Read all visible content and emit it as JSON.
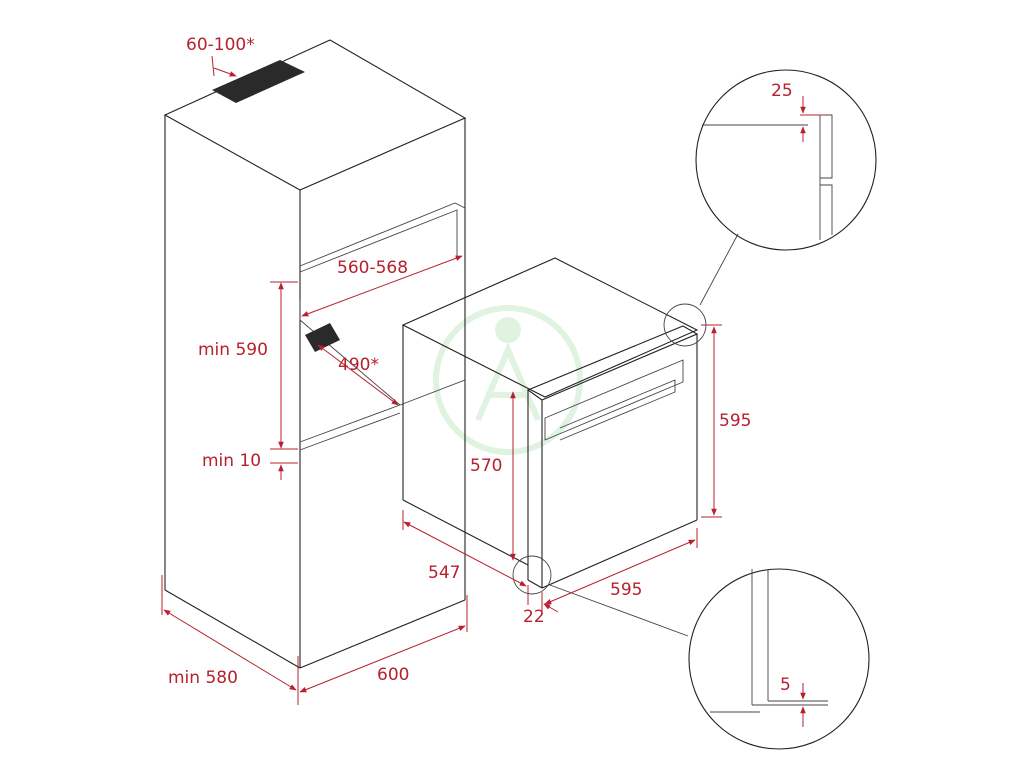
{
  "colors": {
    "dimension": "#b7202e",
    "outline": "#222222",
    "vent_slot": "#2a2a2a",
    "watermark": "#8fcf8f",
    "background": "#ffffff"
  },
  "labels": {
    "vent_gap": "60-100*",
    "niche_width": "560-568",
    "vent_depth": "490*",
    "niche_height": "min 590",
    "base_gap": "min 10",
    "cabinet_depth": "min 580",
    "cabinet_width": "600",
    "oven_body_height": "570",
    "oven_depth": "547",
    "front_thickness": "22",
    "oven_width": "595",
    "oven_height": "595",
    "detail_top_gap": "25",
    "detail_bottom_gap": "5"
  },
  "icons": {
    "watermark": "logo-watermark-icon"
  }
}
